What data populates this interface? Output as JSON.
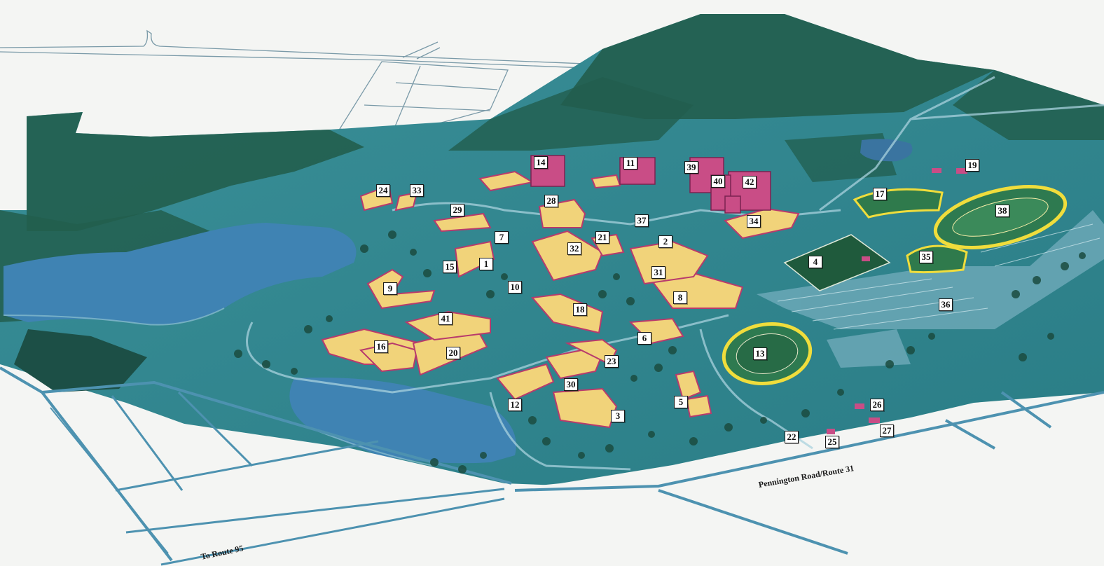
{
  "map": {
    "roads": {
      "pennington": "Pennington Road/Route 31",
      "route95": "To Route 95"
    },
    "buildings": [
      "1",
      "2",
      "3",
      "4",
      "5",
      "6",
      "7",
      "8",
      "9",
      "10",
      "11",
      "12",
      "13",
      "14",
      "15",
      "16",
      "17",
      "18",
      "19",
      "20",
      "21",
      "22",
      "23",
      "24",
      "25",
      "26",
      "27",
      "28",
      "29",
      "30",
      "31",
      "32",
      "33",
      "34",
      "35",
      "36",
      "37",
      "38",
      "39",
      "40",
      "41",
      "42"
    ]
  },
  "colors": {
    "grass": "#2f8a92",
    "forest": "#215f4f",
    "water": "#3f83b3",
    "building_roof": "#f1d37a",
    "building_wall": "#b83a6c",
    "track": "#e8d63a",
    "field": "#2d6e4f",
    "road_edge": "#5fa0b6",
    "paper": "#f4f5f3"
  }
}
